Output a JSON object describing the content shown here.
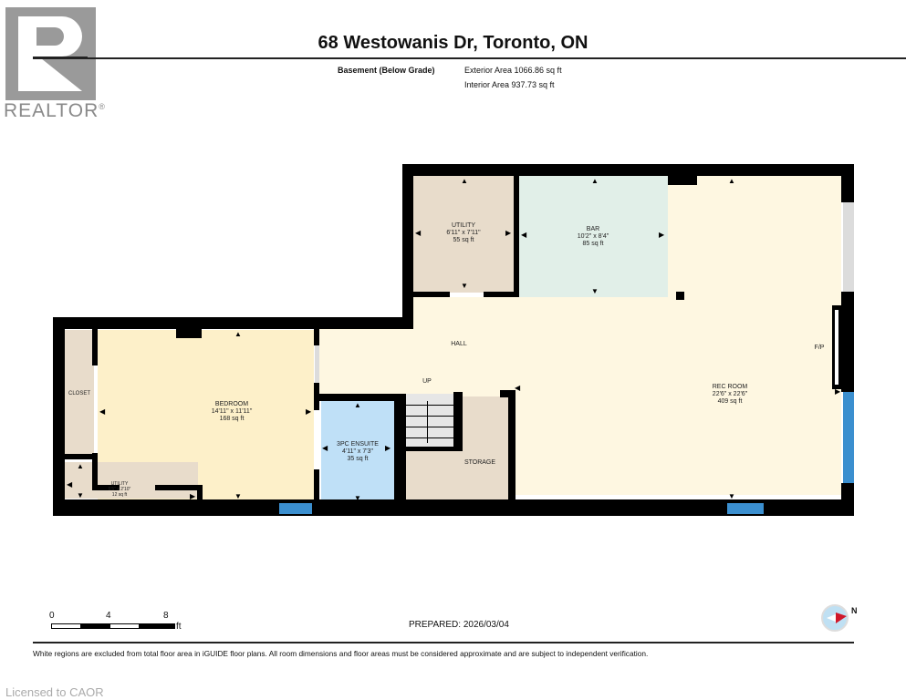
{
  "logo": {
    "brand": "REALTOR",
    "mark": "®",
    "icon": "realtor-r-icon"
  },
  "header": {
    "title": "68 Westowanis Dr, Toronto, ON",
    "level": "Basement (Below Grade)",
    "exterior_area": "Exterior Area 1066.86 sq ft",
    "interior_area": "Interior Area 937.73 sq ft"
  },
  "rooms": {
    "utility": {
      "name": "UTILITY",
      "dims": "6'11\" x 7'11\"",
      "area": "55 sq ft",
      "color": "#e8dccb"
    },
    "bar": {
      "name": "BAR",
      "dims": "10'2\" x 8'4\"",
      "area": "85 sq ft",
      "color": "#e1efe8"
    },
    "rec_room": {
      "name": "REC ROOM",
      "dims": "22'6\" x 22'6\"",
      "area": "409 sq ft",
      "color": "#fef7e1"
    },
    "fireplace": {
      "name": "F/P"
    },
    "hall": {
      "name": "HALL"
    },
    "stairs": {
      "name": "UP"
    },
    "bedroom": {
      "name": "BEDROOM",
      "dims": "14'11\" x 11'11\"",
      "area": "168 sq ft",
      "color": "#fdf0c9"
    },
    "closet": {
      "name": "CLOSET",
      "color": "#e8dccb"
    },
    "small_utility": {
      "name": "UTILITY",
      "dims": "5'5\" x 2'10\"",
      "area": "12 sq ft"
    },
    "ensuite": {
      "name": "3PC ENSUITE",
      "dims": "4'11\" x 7'3\"",
      "area": "35 sq ft",
      "color": "#bfe0f7"
    },
    "storage": {
      "name": "STORAGE",
      "color": "#e8dccb"
    }
  },
  "scale": {
    "ticks": [
      "0",
      "4",
      "8"
    ],
    "unit": "ft"
  },
  "prepared": "PREPARED: 2026/03/04",
  "compass": {
    "label": "N",
    "icon": "north-compass-icon"
  },
  "disclaimer": "White regions are excluded from total floor area in iGUIDE floor plans. All room dimensions and floor areas must be considered approximate and are subject to independent verification.",
  "license": "Licensed to CAOR",
  "colors": {
    "wall": "#000000",
    "window": "#3b8fcf"
  }
}
